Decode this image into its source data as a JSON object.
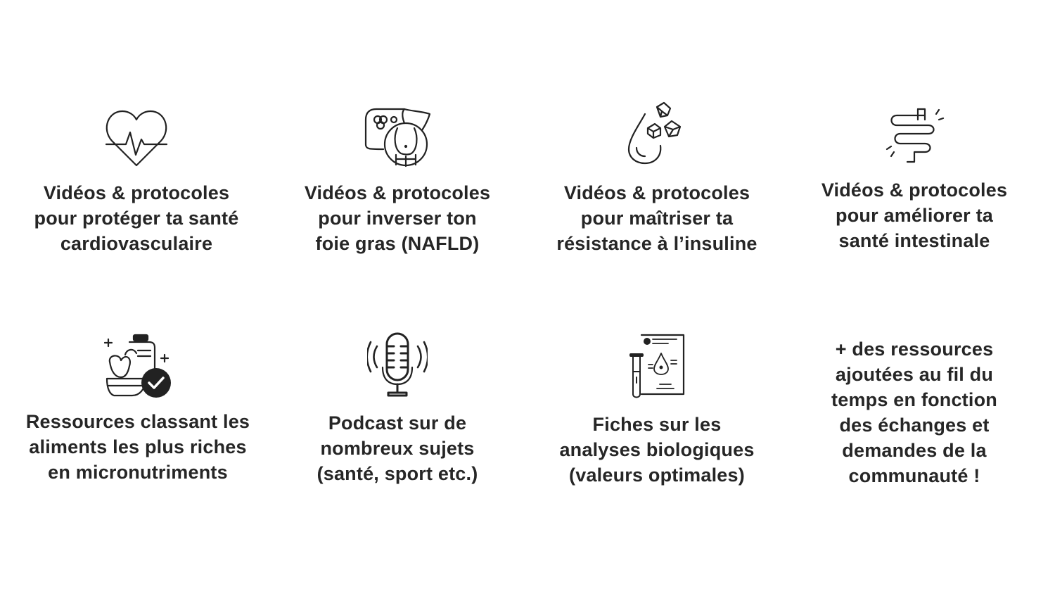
{
  "features": [
    {
      "icon": "heart-pulse-icon",
      "lines": [
        "Vidéos & protocoles",
        "pour protéger ta santé",
        "cardiovasculaire"
      ]
    },
    {
      "icon": "liver-belly-icon",
      "lines": [
        "Vidéos & protocoles",
        "pour inverser ton",
        "foie gras (NAFLD)"
      ]
    },
    {
      "icon": "drop-sugar-cubes-icon",
      "lines": [
        "Vidéos & protocoles",
        "pour maîtriser ta",
        "résistance à l’insuline"
      ]
    },
    {
      "icon": "intestine-icon",
      "lines": [
        "Vidéos & protocoles",
        "pour améliorer ta",
        "santé intestinale"
      ]
    },
    {
      "icon": "vegetables-checklist-icon",
      "lines": [
        "Ressources classant les",
        "aliments les plus riches",
        "en micronutriments"
      ]
    },
    {
      "icon": "microphone-icon",
      "lines": [
        "Podcast sur de",
        "nombreux sujets",
        "(santé, sport etc.)"
      ]
    },
    {
      "icon": "lab-report-icon",
      "lines": [
        "Fiches sur les",
        "analyses biologiques",
        "(valeurs optimales)"
      ]
    },
    {
      "icon": "",
      "lines": [
        "+ des ressources",
        "ajoutées au fil du",
        "temps en fonction",
        "des échanges et",
        "demandes de la",
        "communauté !"
      ]
    }
  ]
}
